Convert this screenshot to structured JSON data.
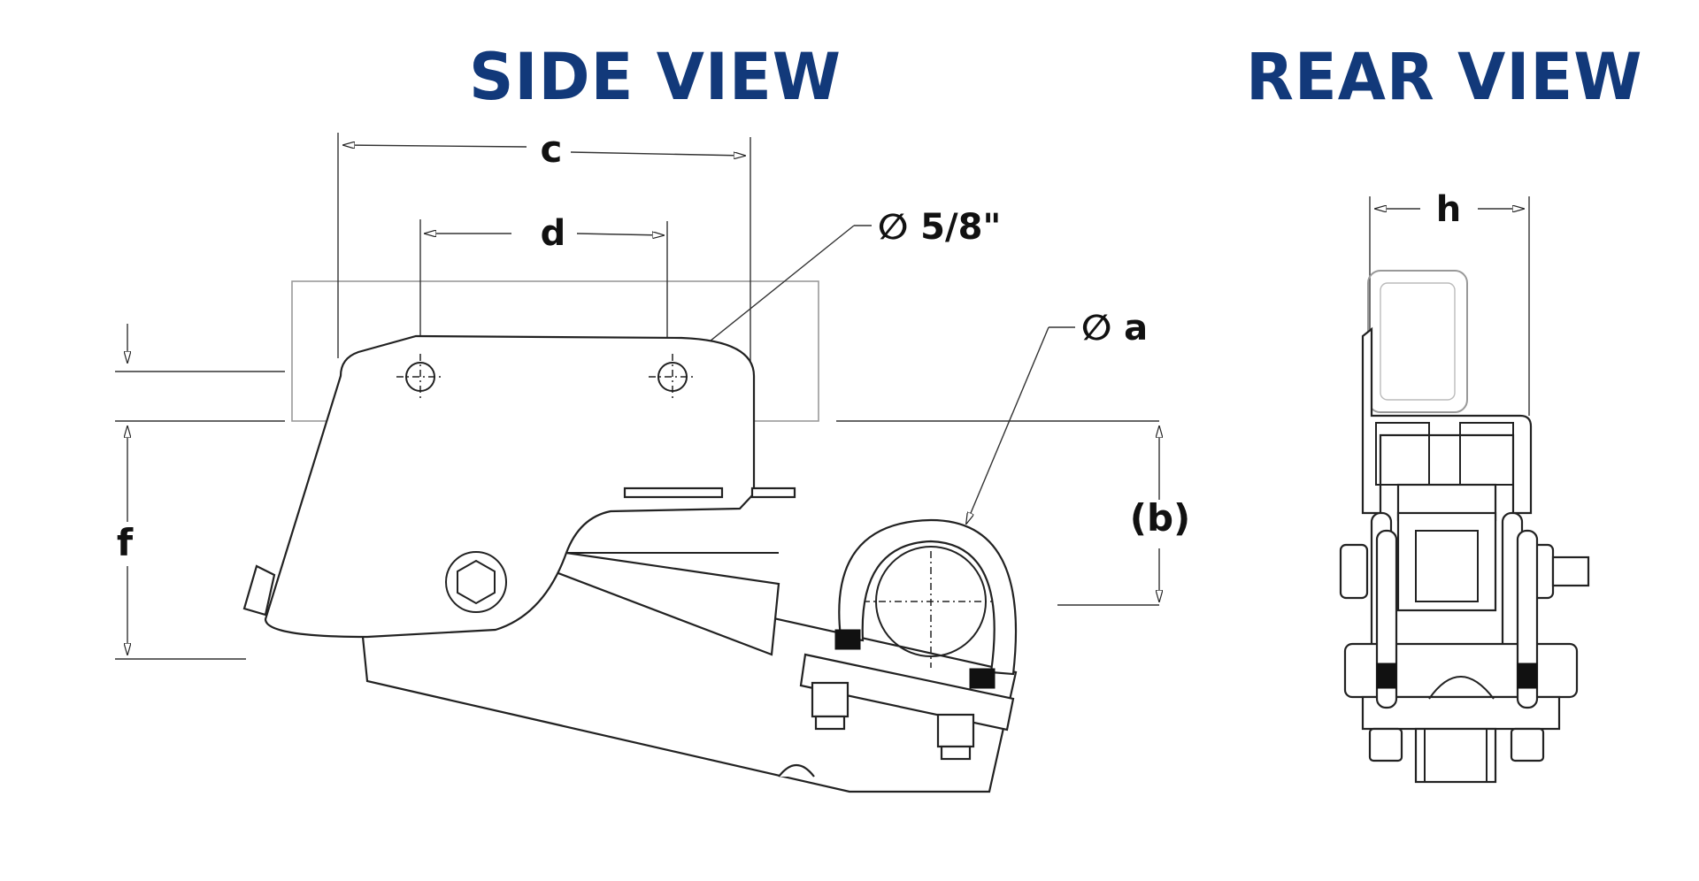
{
  "titles": {
    "side": "SIDE VIEW",
    "rear": "REAR VIEW"
  },
  "labels": {
    "c": "c",
    "d": "d",
    "hole": "∅ 5/8\"",
    "axle": "∅ a",
    "b": "(b)",
    "f": "f",
    "h": "h"
  },
  "colors": {
    "title": "#12397a",
    "line": "#222222"
  }
}
